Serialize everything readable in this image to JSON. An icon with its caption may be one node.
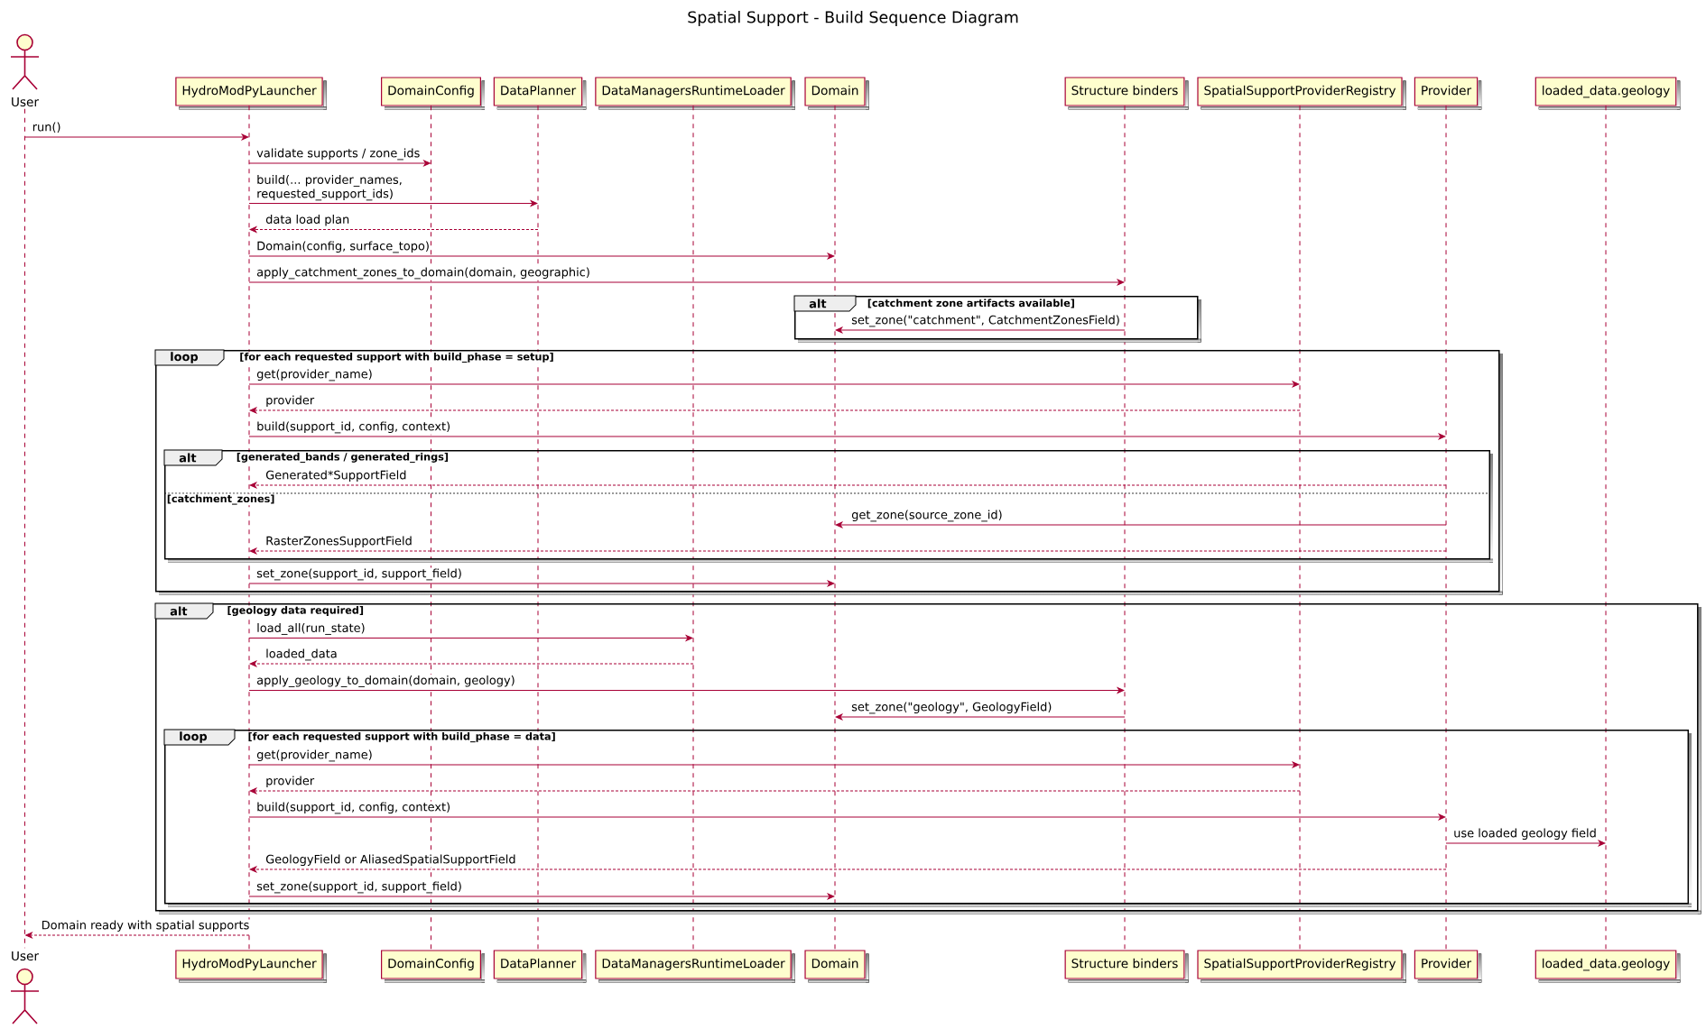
{
  "diagram": {
    "title": "Spatial Support - Build Sequence Diagram",
    "nodes": [
      {
        "text": [
          "User"
        ]
      },
      {
        "text": [
          "HydroModPyLauncher"
        ]
      },
      {
        "text": [
          "DomainConfig"
        ]
      },
      {
        "text": [
          "DataPlanner"
        ]
      },
      {
        "text": [
          "DataManagersRuntimeLoader"
        ]
      },
      {
        "text": [
          "Domain"
        ]
      },
      {
        "text": [
          "Structure binders"
        ]
      },
      {
        "text": [
          "SpatialSupportProviderRegistry"
        ]
      },
      {
        "text": [
          "Provider"
        ]
      },
      {
        "text": [
          "loaded_data.geology"
        ]
      },
      {
        "text": [],
        "shape": "line"
      },
      {
        "text": [],
        "shape": "line"
      },
      {
        "text": [],
        "shape": "line"
      },
      {
        "text": [],
        "shape": "line"
      },
      {
        "text": [],
        "shape": "line"
      },
      {
        "text": [],
        "shape": "line"
      },
      {
        "text": [],
        "shape": "line"
      },
      {
        "text": [],
        "shape": "line"
      },
      {
        "text": [],
        "shape": "line"
      },
      {
        "text": [],
        "shape": "line"
      },
      {
        "text": [
          "[catchment zone artifacts available]"
        ]
      },
      {
        "text": [
          "alt"
        ],
        "in": 20
      },
      {
        "text": [
          "[for each requested support with build_phase = setup]"
        ]
      },
      {
        "text": [
          "loop"
        ],
        "in": 22
      },
      {
        "text": [
          "[generated_bands / generated_rings]",
          "[catchment_zones]"
        ],
        "in": 22
      },
      {
        "text": [
          "alt"
        ],
        "in": 24
      },
      {
        "text": [
          "[geology data required]"
        ]
      },
      {
        "text": [
          "alt"
        ],
        "in": 26
      },
      {
        "text": [
          "[for each requested support with build_phase = data]"
        ],
        "in": 26
      },
      {
        "text": [
          "loop"
        ],
        "in": 28
      },
      {
        "text": [
          "User"
        ]
      },
      {
        "text": [
          "HydroModPyLauncher"
        ]
      },
      {
        "text": [
          "DomainConfig"
        ]
      },
      {
        "text": [
          "DataPlanner"
        ]
      },
      {
        "text": [
          "DataManagersRuntimeLoader"
        ]
      },
      {
        "text": [
          "Domain"
        ]
      },
      {
        "text": [
          "Structure binders"
        ]
      },
      {
        "text": [
          "SpatialSupportProviderRegistry"
        ]
      },
      {
        "text": [
          "Provider"
        ]
      },
      {
        "text": [
          "loaded_data.geology"
        ]
      }
    ],
    "edges": [
      {
        "from": 10,
        "to": 11,
        "arrow": "to",
        "label": "run()"
      },
      {
        "from": 11,
        "to": 12,
        "arrow": "to",
        "label": "validate supports / zone_ids"
      },
      {
        "from": 11,
        "to": 13,
        "arrow": "to",
        "label": "build(... provider_names, requested_support_ids)"
      },
      {
        "from": 13,
        "to": 11,
        "arrow": "to",
        "label": "data load plan",
        "style": "dashed"
      },
      {
        "from": 11,
        "to": 15,
        "arrow": "to",
        "label": "Domain(config, surface_topo)"
      },
      {
        "from": 11,
        "to": 16,
        "arrow": "to",
        "label": "apply_catchment_zones_to_domain(domain, geographic)"
      },
      {
        "from": 16,
        "to": 15,
        "arrow": "to",
        "label": "set_zone(\"catchment\", CatchmentZonesField)"
      },
      {
        "from": 11,
        "to": 17,
        "arrow": "to",
        "label": "get(provider_name)"
      },
      {
        "from": 17,
        "to": 11,
        "arrow": "to",
        "label": "provider",
        "style": "dashed"
      },
      {
        "from": 11,
        "to": 18,
        "arrow": "to",
        "label": "build(support_id, config, context)"
      },
      {
        "from": 18,
        "to": 11,
        "arrow": "to",
        "label": "Generated*SupportField",
        "style": "dashed"
      },
      {
        "from": 18,
        "to": 15,
        "arrow": "to",
        "label": "get_zone(source_zone_id)"
      },
      {
        "from": 18,
        "to": 11,
        "arrow": "to",
        "label": "RasterZonesSupportField",
        "style": "dashed"
      },
      {
        "from": 11,
        "to": 15,
        "arrow": "to",
        "label": "set_zone(support_id, support_field)"
      },
      {
        "from": 11,
        "to": 14,
        "arrow": "to",
        "label": "load_all(run_state)"
      },
      {
        "from": 14,
        "to": 11,
        "arrow": "to",
        "label": "loaded_data",
        "style": "dashed"
      },
      {
        "from": 11,
        "to": 16,
        "arrow": "to",
        "label": "apply_geology_to_domain(domain, geology)"
      },
      {
        "from": 16,
        "to": 15,
        "arrow": "to",
        "label": "set_zone(\"geology\", GeologyField)"
      },
      {
        "from": 11,
        "to": 17,
        "arrow": "to",
        "label": "get(provider_name)"
      },
      {
        "from": 17,
        "to": 11,
        "arrow": "to",
        "label": "provider",
        "style": "dashed"
      },
      {
        "from": 11,
        "to": 18,
        "arrow": "to",
        "label": "build(support_id, config, context)"
      },
      {
        "from": 18,
        "to": 19,
        "arrow": "to",
        "label": "use loaded geology field"
      },
      {
        "from": 18,
        "to": 11,
        "arrow": "to",
        "label": "GeologyField or AliasedSpatialSupportField",
        "style": "dashed"
      },
      {
        "from": 11,
        "to": 15,
        "arrow": "to",
        "label": "set_zone(support_id, support_field)"
      },
      {
        "from": 11,
        "to": 10,
        "arrow": "to",
        "label": "Domain ready with spatial supports",
        "style": "dashed"
      }
    ]
  }
}
